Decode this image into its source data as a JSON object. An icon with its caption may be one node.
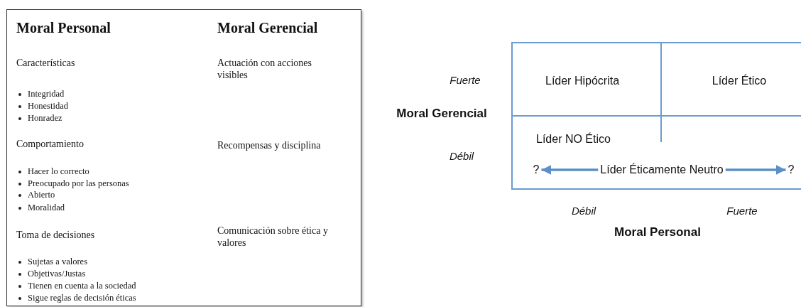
{
  "diagram": {
    "nodes": [
      {
        "text": [
          "Moral Personal",
          "Moral Gerencial",
          "Características",
          "Actuación con acciones visibles",
          "Integridad",
          "Honestidad",
          "Honradez",
          "Comportamiento",
          "Recompensas y disciplina",
          "Hacer lo correcto",
          "Preocupado por las personas",
          "Abierto",
          "Moralidad",
          "Toma de decisiones",
          "Comunicación sobre ética y valores",
          "Sujetas a valores",
          "Objetivas/Justas",
          "Tienen en cuenta a la sociedad",
          "Sigue reglas de decisión éticas"
        ]
      },
      {
        "text": [],
        "shape": "box"
      },
      {
        "text": [
          "Líder Hipócrita"
        ],
        "in": 1
      },
      {
        "text": [
          "Líder Ético"
        ],
        "in": 1
      },
      {
        "text": [
          "Líder NO Ético"
        ],
        "in": 1
      },
      {
        "text": [
          "?"
        ],
        "in": 1
      },
      {
        "text": [
          "Líder Éticamente Neutro"
        ],
        "in": 1
      },
      {
        "text": [
          "?"
        ],
        "in": 1
      }
    ],
    "edges": [
      {
        "from": 6,
        "to": 5,
        "arrow": "to"
      },
      {
        "from": 6,
        "to": 7,
        "arrow": "to"
      }
    ],
    "labels": [
      "Fuerte",
      "Moral Gerencial",
      "Débil",
      "Débil",
      "Fuerte",
      "Moral Personal"
    ]
  }
}
